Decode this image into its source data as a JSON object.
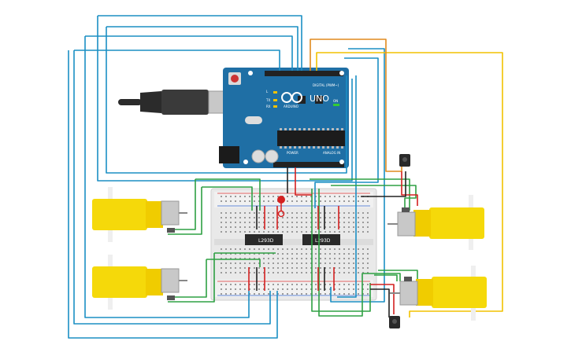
{
  "board": {
    "brand": "ARDUINO",
    "model": "UNO",
    "digital_label": "DIGITAL (PWM~)",
    "power_label": "POWER",
    "analog_label": "ANALOG IN",
    "tx_label": "TX",
    "rx_label": "RX",
    "l_label": "L",
    "on_label": "ON"
  },
  "chips": [
    {
      "label": "L293D"
    },
    {
      "label": "L293D"
    }
  ],
  "colors": {
    "wire_blue": "#1b8fc4",
    "wire_green": "#2ea043",
    "wire_yellow": "#f2c200",
    "wire_orange": "#e08a1e",
    "wire_red": "#d42020",
    "wire_black": "#222222",
    "board_blue": "#1f6fa5",
    "motor_yellow": "#f5d90a"
  }
}
